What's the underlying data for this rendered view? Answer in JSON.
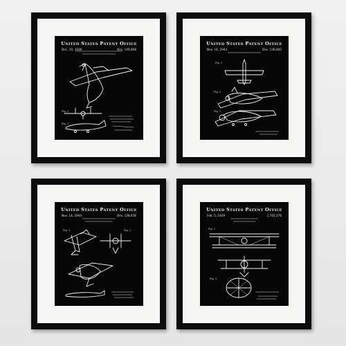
{
  "prints": [
    {
      "header": "United States Patent Office",
      "date": "Dec. 10, 1946",
      "number": "Des. 145,808"
    },
    {
      "header": "United States Patent Office",
      "date": "Nov. 14, 1943",
      "number": "Des. 136,842"
    },
    {
      "header": "United States Patent Office",
      "date": "Nov. 14, 1944",
      "number": "Des. 138,436"
    },
    {
      "header": "United States Patent Office",
      "date": "Feb. 5, 1929",
      "number": "1,701,576"
    }
  ],
  "colors": {
    "frame": "#0c0c0c",
    "mat": "#f7f7f5",
    "print": "#070707",
    "line": "#f4f4f4",
    "wall": "#ececec"
  }
}
